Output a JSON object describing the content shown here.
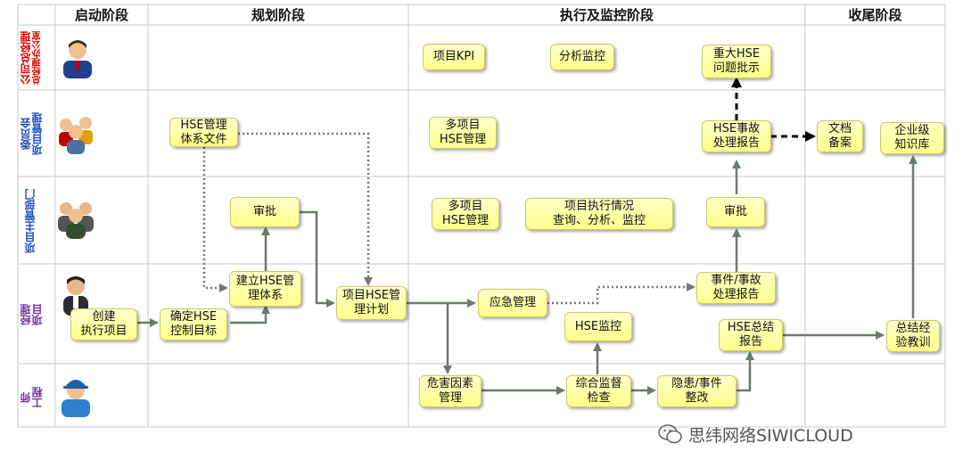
{
  "phases": [
    "启动阶段",
    "规划阶段",
    "执行及监控阶段",
    "收尾阶段"
  ],
  "roles": [
    {
      "label": "公司总经理\n总经理办公室",
      "lines": [
        "总经理办公室",
        "公司总经理"
      ],
      "color": "#e00000",
      "icon": "executive-avatar-icon"
    },
    {
      "label": "项目管理委员会",
      "lines": [
        "项目管理",
        "委员会"
      ],
      "color": "#1f4fbf",
      "icon": "committee-avatar-icon"
    },
    {
      "label": "项目主管部门",
      "lines": [
        "项目主管部门"
      ],
      "color": "#1f4fbf",
      "icon": "department-avatar-icon"
    },
    {
      "label": "项目经理",
      "lines": [
        "项目",
        "经理"
      ],
      "color": "#7030a0",
      "icon": "manager-avatar-icon"
    },
    {
      "label": "工程师",
      "lines": [
        "工程",
        "师"
      ],
      "color": "#7030a0",
      "icon": "engineer-avatar-icon"
    }
  ],
  "nodes": {
    "kpi": "项目KPI",
    "analysis": "分析监控",
    "major_hse": "重大HSE\n问题批示",
    "hse_doc": "HSE管理\n体系文件",
    "multi_hse_1": "多项目\nHSE管理",
    "accident_report": "HSE事故\n处理报告",
    "archive": "文档\n备案",
    "knowledge": "企业级\n知识库",
    "approve_1": "审批",
    "multi_hse_2": "多项目\nHSE管理",
    "exec_status": "项目执行情况\n查询、分析、监控",
    "approve_2": "审批",
    "build_hse": "建立HSE管\n理体系",
    "hse_plan": "项目HSE管\n理计划",
    "emergency": "应急管理",
    "event_report": "事件/事故\n处理报告",
    "create_project": "创建\n执行项目",
    "set_target": "确定HSE\n控制目标",
    "hse_monitor": "HSE监控",
    "hse_summary": "HSE总结\n报告",
    "lessons": "总结经\n验教训",
    "hazard": "危害因素\n管理",
    "inspection": "综合监督\n检查",
    "rectify": "隐患/事件\n整改"
  },
  "watermark": "思纬网络SIWICLOUD",
  "colors": {
    "node_fill": "#ffff99",
    "line": "#6b7b6b",
    "dotted": "#777777",
    "dashed": "#000000"
  }
}
